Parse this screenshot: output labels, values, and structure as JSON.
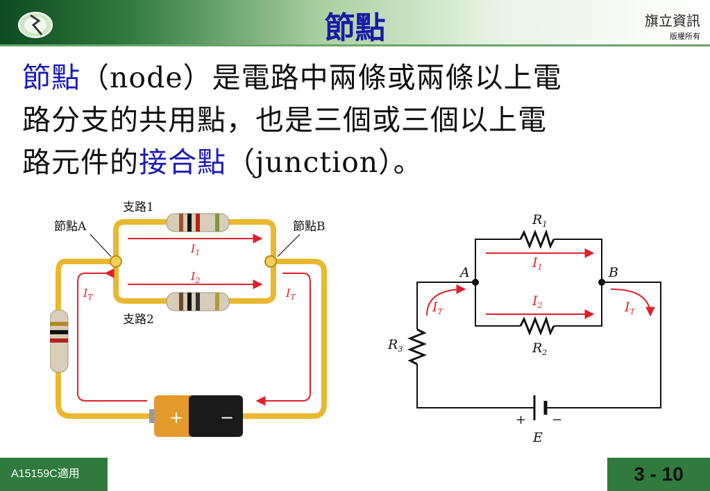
{
  "header": {
    "title": "節點",
    "brand_line1": "旗立資訊",
    "brand_line2": "版權所有"
  },
  "body": {
    "term_node": "節點",
    "line1_rest": "（node）是電路中兩條或兩條以上電",
    "line2": "路分支的共用點，也是三個或三個以上電",
    "line3_start": "路元件的",
    "term_junction": "接合點",
    "line3_end": "（junction）。"
  },
  "photo_diagram": {
    "branch1": "支路1",
    "branch2": "支路2",
    "node_a": "節點A",
    "node_b": "節點B",
    "i1": "I1",
    "i2": "I2",
    "it_left": "IT",
    "it_right": "IT",
    "plus": "+",
    "minus": "−"
  },
  "schematic": {
    "r1": "R1",
    "r2": "R2",
    "r3": "R3",
    "node_a": "A",
    "node_b": "B",
    "i1": "I1",
    "i2": "I2",
    "it_left": "IT",
    "it_right": "IT",
    "plus": "+",
    "minus": "−",
    "source": "E"
  },
  "footer": {
    "course_code": "A15159C適用",
    "page_number": "3 - 10"
  },
  "colors": {
    "accent_green": "#2f7a3c",
    "title_blue": "#1a1aa6",
    "current_red": "#e0202a",
    "wire_gold": "#e8b830"
  }
}
